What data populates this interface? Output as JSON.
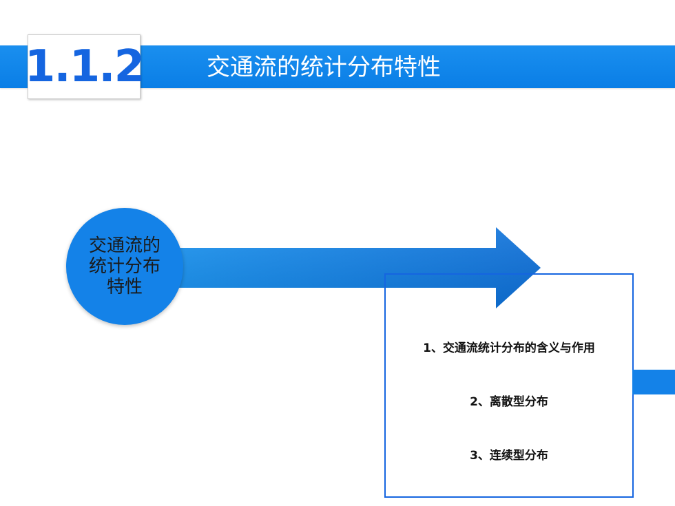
{
  "header": {
    "section_number": "1.1.2",
    "title": "交通流的统计分布特性"
  },
  "diagram": {
    "topic": "交通流的统计分布特性",
    "items": [
      {
        "label": "1、交通流统计分布的含义与作用"
      },
      {
        "label": "2、离散型分布"
      },
      {
        "label": "3、连续型分布"
      }
    ]
  },
  "colors": {
    "primary_blue": "#0a7ee6",
    "number_blue": "#1565e0",
    "circle_blue": "#1482e8"
  }
}
